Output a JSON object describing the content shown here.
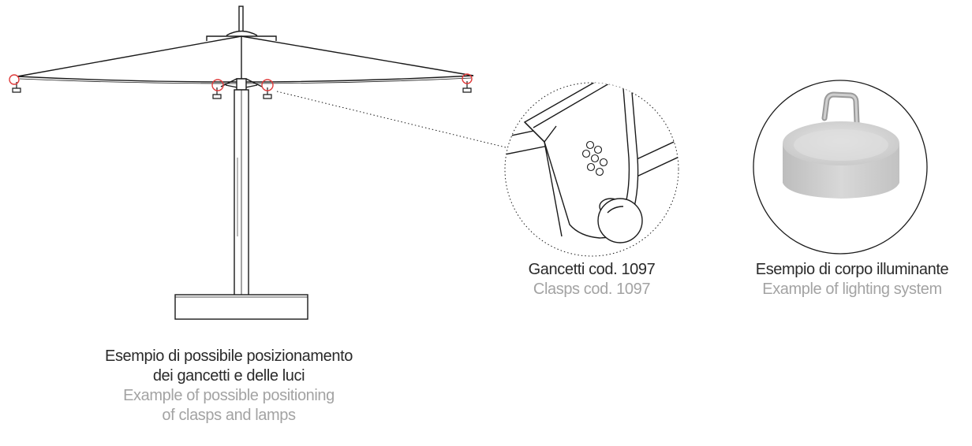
{
  "captions": {
    "umbrella": {
      "it_line1": "Esempio di possibile posizionamento",
      "it_line2": "dei gancetti e delle luci",
      "en_line1": "Example of possible positioning",
      "en_line2": "of clasps and lamps"
    },
    "clasps": {
      "it": "Gancetti cod. 1097",
      "en": "Clasps cod. 1097"
    },
    "lighting": {
      "it": "Esempio di corpo illuminante",
      "en": "Example of lighting system"
    }
  },
  "colors": {
    "line": "#1a1a1a",
    "highlight": "#e03a3a",
    "caption_it": "#2a2a2a",
    "caption_en": "#a3a3a3"
  },
  "icons": {
    "umbrella": "umbrella-drawing",
    "clasp": "clasp-detail",
    "lamp": "lamp-photo"
  }
}
